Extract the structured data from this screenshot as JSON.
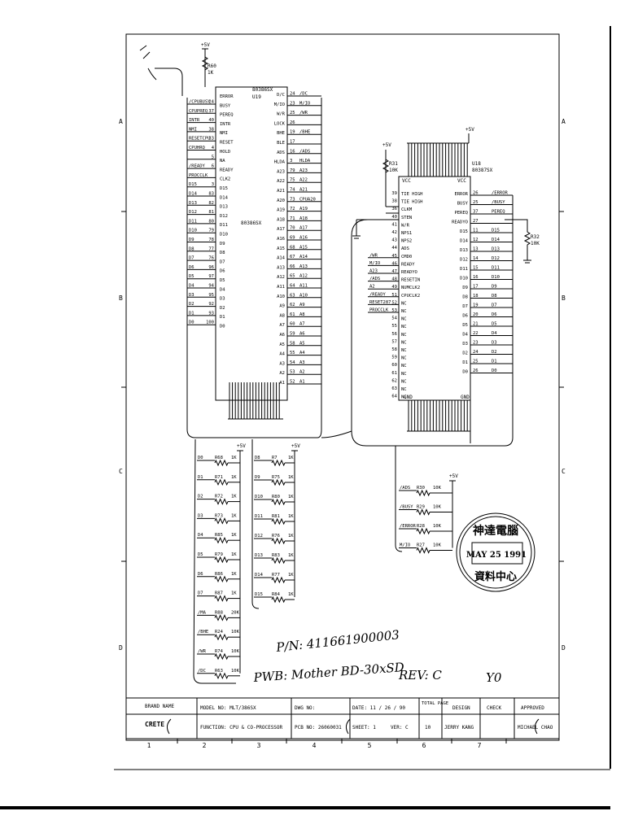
{
  "zones": {
    "rows": [
      "A",
      "B",
      "C",
      "D"
    ],
    "cols": [
      "1",
      "2",
      "3",
      "4",
      "5",
      "6",
      "7"
    ]
  },
  "u19": {
    "name": "80386SX",
    "ref": "U19",
    "center_label": "80386SX",
    "pullup": {
      "supply": "+5V",
      "res": "R60",
      "value": "1K"
    },
    "left_nets": [
      "/CPUBUSY",
      "CPUPREQ",
      "INTR",
      "NMI",
      "RESETCPU",
      "CPUHRQ",
      "",
      "/READY",
      "PROCCLK",
      "D15",
      "D14",
      "D13",
      "D12",
      "D11",
      "D10",
      "D9",
      "D8",
      "D7",
      "D6",
      "D5",
      "D4",
      "D3",
      "D2",
      "D1",
      "D0"
    ],
    "left_pins": [
      "24",
      "37",
      "40",
      "38",
      "33",
      "4",
      "5",
      "6",
      "",
      "3",
      "83",
      "82",
      "81",
      "80",
      "79",
      "78",
      "77",
      "76",
      "96",
      "97",
      "94",
      "95",
      "92",
      "93",
      "100"
    ],
    "left_sigs": [
      "ERROR",
      "BUSY",
      "PEREQ",
      "INTR",
      "NMI",
      "RESET",
      "HOLD",
      "NA",
      "READY",
      "CLK2",
      "D15",
      "D14",
      "D13",
      "D12",
      "D11",
      "D10",
      "D9",
      "D8",
      "D7",
      "D6",
      "D5",
      "D4",
      "D3",
      "D2",
      "D1",
      "D0"
    ],
    "right_sigs": [
      "D/C",
      "M/IO",
      "W/R",
      "LOCK",
      "BHE",
      "BLE",
      "ADS",
      "HLDA",
      "A23",
      "A22",
      "A21",
      "A20",
      "A19",
      "A18",
      "A17",
      "A16",
      "A15",
      "A14",
      "A13",
      "A12",
      "A11",
      "A10",
      "A9",
      "A8",
      "A7",
      "A6",
      "A5",
      "A4",
      "A3",
      "A2",
      "A1"
    ],
    "right_pins": [
      "24",
      "23",
      "25",
      "26",
      "19",
      "17",
      "16",
      "3",
      "79",
      "75",
      "74",
      "73",
      "72",
      "71",
      "70",
      "69",
      "68",
      "67",
      "66",
      "65",
      "64",
      "63",
      "62",
      "61",
      "60",
      "59",
      "58",
      "55",
      "54",
      "53",
      "52"
    ],
    "right_nets": [
      "/DC",
      "M/IO",
      "/WR",
      "",
      "/BHE",
      "",
      "/ADS",
      "HLDA",
      "A23",
      "A22",
      "A21",
      "CPUA20",
      "A19",
      "A18",
      "A17",
      "A16",
      "A15",
      "A14",
      "A13",
      "A12",
      "A11",
      "A10",
      "A9",
      "A8",
      "A7",
      "A6",
      "A5",
      "A4",
      "A3",
      "A2",
      "A1"
    ]
  },
  "u18": {
    "name": "80387SX",
    "ref": "U18",
    "vcc_a": "VCC",
    "vcc_b": "VCC",
    "gnd_a": "GND",
    "gnd_b": "GND",
    "supply": "+5V",
    "r31": {
      "res": "R31",
      "value": "10K",
      "supply": "+5V"
    },
    "r32": {
      "res": "R32",
      "value": "10K"
    },
    "left_pins": [
      "39",
      "38",
      "36",
      "40",
      "41",
      "42",
      "43",
      "44",
      "45",
      "46",
      "47",
      "48",
      "49",
      "51",
      "52",
      "53",
      "54",
      "55",
      "56",
      "57",
      "58",
      "59",
      "60",
      "61",
      "62",
      "63",
      "64"
    ],
    "left_sigs": [
      "TIE HIGH",
      "TIE HIGH",
      "CLKM",
      "STEN",
      "W/R",
      "NPS1",
      "NPS2",
      "ADS",
      "CMD0",
      "READY",
      "READYO",
      "RESETIN",
      "NUMCLK2",
      "CPUCLK2",
      "NC",
      "NC",
      "NC",
      "NC",
      "NC",
      "NC",
      "NC",
      "NC",
      "NC",
      "NC",
      "NC",
      "NC",
      "NC"
    ],
    "left_nets": [
      "",
      "",
      "",
      "",
      "/WR",
      "M/IO",
      "A23",
      "/ADS",
      "A2",
      "/READY",
      "RESET287",
      "PROCCLK"
    ],
    "right_sigs": [
      "ERROR",
      "BUSY",
      "PEREQ",
      "READYO",
      "D15",
      "D14",
      "D13",
      "D12",
      "D11",
      "D10",
      "D9",
      "D8",
      "D7",
      "D6",
      "D5",
      "D4",
      "D3",
      "D2",
      "D1",
      "D0"
    ],
    "right_pins": [
      "26",
      "25",
      "37",
      "27",
      "11",
      "12",
      "13",
      "14",
      "15",
      "16",
      "17",
      "18",
      "19",
      "20",
      "21",
      "22",
      "23",
      "24",
      "25",
      "26"
    ],
    "right_nets": [
      "/ERROR",
      "/BUSY",
      "PEREQ",
      "",
      "D15",
      "D14",
      "D13",
      "D12",
      "D11",
      "D10",
      "D9",
      "D8",
      "D7",
      "D6",
      "D5",
      "D4",
      "D3",
      "D2",
      "D1",
      "D0"
    ]
  },
  "res_bank1": {
    "supply": "+5V",
    "rows": [
      {
        "net": "D0",
        "res": "R68",
        "val": "1K"
      },
      {
        "net": "D1",
        "res": "R71",
        "val": "1K"
      },
      {
        "net": "D2",
        "res": "R72",
        "val": "1K"
      },
      {
        "net": "D3",
        "res": "R73",
        "val": "1K"
      },
      {
        "net": "D4",
        "res": "R85",
        "val": "1K"
      },
      {
        "net": "D5",
        "res": "R79",
        "val": "1K"
      },
      {
        "net": "D6",
        "res": "R86",
        "val": "1K"
      },
      {
        "net": "D7",
        "res": "R87",
        "val": "1K"
      },
      {
        "net": "/MA",
        "res": "R88",
        "val": "20K"
      },
      {
        "net": "/BHE",
        "res": "R24",
        "val": "10K"
      },
      {
        "net": "/WR",
        "res": "R74",
        "val": "10K"
      },
      {
        "net": "/DC",
        "res": "R63",
        "val": "10K"
      }
    ]
  },
  "res_bank2": {
    "supply": "+5V",
    "rows": [
      {
        "net": "D8",
        "res": "R7",
        "val": "1K"
      },
      {
        "net": "D9",
        "res": "R75",
        "val": "1K"
      },
      {
        "net": "D10",
        "res": "R80",
        "val": "1K"
      },
      {
        "net": "D11",
        "res": "R81",
        "val": "1K"
      },
      {
        "net": "D12",
        "res": "R76",
        "val": "1K"
      },
      {
        "net": "D13",
        "res": "R83",
        "val": "1K"
      },
      {
        "net": "D14",
        "res": "R77",
        "val": "1K"
      },
      {
        "net": "D15",
        "res": "R84",
        "val": "1K"
      }
    ]
  },
  "res_bank3": {
    "supply": "+5V",
    "rows": [
      {
        "net": "/ADS",
        "res": "R30",
        "val": "10K"
      },
      {
        "net": "/BUSY",
        "res": "R29",
        "val": "10K"
      },
      {
        "net": "/ERROR",
        "res": "R28",
        "val": "10K"
      },
      {
        "net": "M/IO",
        "res": "R27",
        "val": "10K"
      }
    ]
  },
  "stamp": {
    "line1": "神達電腦",
    "date": "MAY 25 1991",
    "line2": "資料中心"
  },
  "handwriting": {
    "pn": "P/N: 411661900003",
    "desc": "PWB: Mother BD-30xSD",
    "rev": "REV: C",
    "mark": "Y0"
  },
  "title_block": {
    "brand_hdr": "BRAND NAME",
    "brand": "CRETE",
    "model": "MODEL NO: MLT/386SX",
    "dwg": "DWG NO:",
    "date": "DATE: 11 / 26 / 90",
    "total_hdr": "TOTAL PAGE",
    "design_hdr": "DESIGN",
    "check_hdr": "CHECK",
    "approved_hdr": "APPROVED",
    "function": "FUNCTION: CPU & CO-PROCESSOR",
    "pcb": "PCB NO: 26060031",
    "sheet": "SHEET: 1",
    "ver": "VER: C",
    "total": "10",
    "designer": "JERRY KANG",
    "approver": "MICHAEL CHAO"
  }
}
